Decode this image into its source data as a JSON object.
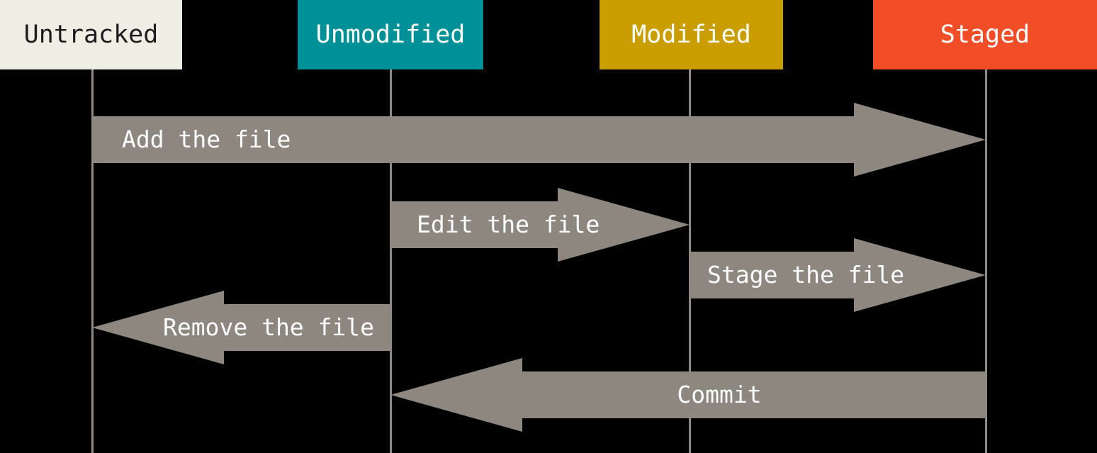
{
  "diagram": {
    "states": [
      {
        "id": "untracked",
        "label": "Untracked",
        "bg": "#efeee4",
        "fg": "#1c1c1c"
      },
      {
        "id": "unmodified",
        "label": "Unmodified",
        "bg": "#009198",
        "fg": "#ffffff"
      },
      {
        "id": "modified",
        "label": "Modified",
        "bg": "#ca9e00",
        "fg": "#ffffff"
      },
      {
        "id": "staged",
        "label": "Staged",
        "bg": "#f14d27",
        "fg": "#ffffff"
      }
    ],
    "transitions": [
      {
        "id": "add",
        "label": "Add the file",
        "from": "untracked",
        "to": "staged"
      },
      {
        "id": "edit",
        "label": "Edit the file",
        "from": "unmodified",
        "to": "modified"
      },
      {
        "id": "stage",
        "label": "Stage the file",
        "from": "modified",
        "to": "staged"
      },
      {
        "id": "remove",
        "label": "Remove the file",
        "from": "unmodified",
        "to": "untracked"
      },
      {
        "id": "commit",
        "label": "Commit",
        "from": "staged",
        "to": "unmodified"
      }
    ],
    "colors": {
      "background": "#000000",
      "arrow": "#8e8780",
      "lane_line": "#8f8a84",
      "arrow_text": "#ffffff"
    }
  }
}
